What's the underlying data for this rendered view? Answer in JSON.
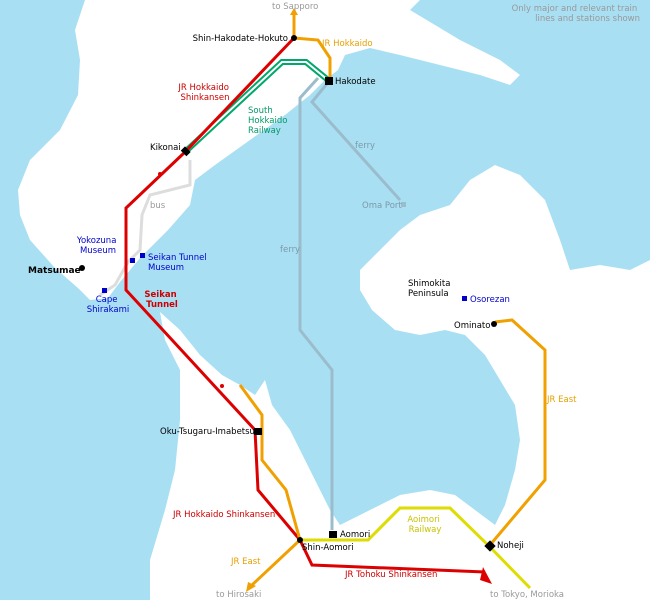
{
  "note": [
    "Only major and relevant train",
    "lines and stations shown"
  ],
  "destinations": {
    "sapporo": "to Sapporo",
    "hirosaki": "to Hirosaki",
    "tokyo": "to Tokyo, Morioka"
  },
  "stations": {
    "shin_hakodate_hokuto": "Shin-Hakodate-Hokuto",
    "hakodate": "Hakodate",
    "kikonai": "Kikonai",
    "matsumae": "Matsumae",
    "oku_tsugaru_imabetsu": "Oku-Tsugaru-Imabetsu",
    "aomori": "Aomori",
    "shin_aomori": "Shin-Aomori",
    "ominato": "Ominato",
    "noheji": "Noheji",
    "oma_port": "Oma Port"
  },
  "places": {
    "yokozuna_museum": [
      "Yokozuna",
      "Museum"
    ],
    "seikan_tunnel_museum": [
      "Seikan Tunnel",
      "Museum"
    ],
    "cape_shirakami": [
      "Cape",
      "Shirakami"
    ],
    "shimokita_peninsula": [
      "Shimokita",
      "Peninsula"
    ],
    "osorezan": "Osorezan"
  },
  "lines": {
    "jr_hokkaido": "JR Hokkaido",
    "jr_hokkaido_shinkansen_north": [
      "JR Hokkaido",
      "Shinkansen"
    ],
    "south_hokkaido_railway": [
      "South",
      "Hokkaido",
      "Railway"
    ],
    "seikan_tunnel": [
      "Seikan",
      "Tunnel"
    ],
    "jr_hokkaido_shinkansen_south": "JR Hokkaido Shinkansen",
    "jr_tohoku_shinkansen": "JR Tohoku Shinkansen",
    "jr_east_right": "JR East",
    "jr_east_left": "JR East",
    "aoimori_railway": [
      "Aoimori",
      "Railway"
    ],
    "bus": "bus",
    "ferry_upper": "ferry",
    "ferry_lower": "ferry"
  },
  "colors": {
    "water": "#a9dff3",
    "land": "#ffffff",
    "shinkansen": "#dd0000",
    "jr": "#f0a000",
    "south_hokkaido": "#00a86b",
    "aoimori": "#dddd00",
    "ferry": "#9abccc",
    "bus": "#dddddd"
  }
}
